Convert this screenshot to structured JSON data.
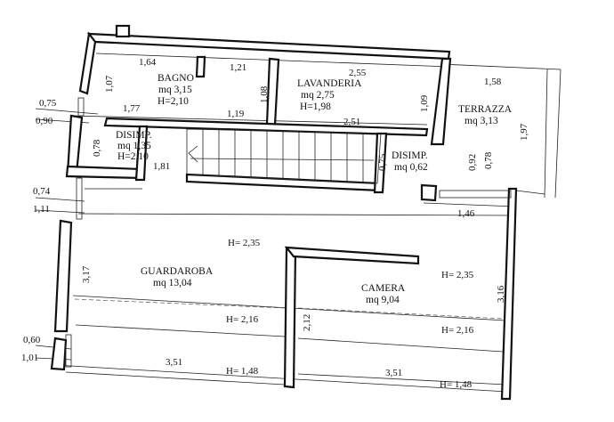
{
  "rooms": {
    "bagno": {
      "name": "BAGNO",
      "area": "mq 3,15",
      "height": "H=2,10"
    },
    "lavanderia": {
      "name": "LAVANDERIA",
      "area": "mq 2,75",
      "height": "H=1,98"
    },
    "terrazza": {
      "name": "TERRAZZA",
      "area": "mq 3,13"
    },
    "disimp1": {
      "name": "DISIMP.",
      "area": "mq 1,35",
      "height": "H=2,10"
    },
    "disimp2": {
      "name": "DISIMP.",
      "area": "mq 0,62"
    },
    "guardaroba": {
      "name": "GUARDAROBA",
      "area": "mq 13,04"
    },
    "camera": {
      "name": "CAMERA",
      "area": "mq 9,04"
    }
  },
  "heights": {
    "guardaroba_top": "H= 2,35",
    "guardaroba_mid": "H= 2,16",
    "guardaroba_bottom": "H= 1,48",
    "camera_top": "H= 2,35",
    "camera_mid": "H= 2,16",
    "camera_bottom": "H= 1,48"
  },
  "dimensions": {
    "d_164": "1,64",
    "d_121": "1,21",
    "d_255": "2,55",
    "d_158": "1,58",
    "d_107": "1,07",
    "d_108": "1,08",
    "d_109": "1,09",
    "d_197": "1,97",
    "d_177": "1,77",
    "d_119": "1,19",
    "d_251": "2,51",
    "d_075a": "0,75",
    "d_090": "0,90",
    "d_078a": "0,78",
    "d_181": "1,81",
    "d_075b": "0,75",
    "d_092": "0,92",
    "d_078b": "0,78",
    "d_074": "0,74",
    "d_111": "1,11",
    "d_146": "1,46",
    "d_317": "3,17",
    "d_316": "3,16",
    "d_212": "2,12",
    "d_060": "0,60",
    "d_101": "1,01",
    "d_351a": "3,51",
    "d_351b": "3,51"
  }
}
